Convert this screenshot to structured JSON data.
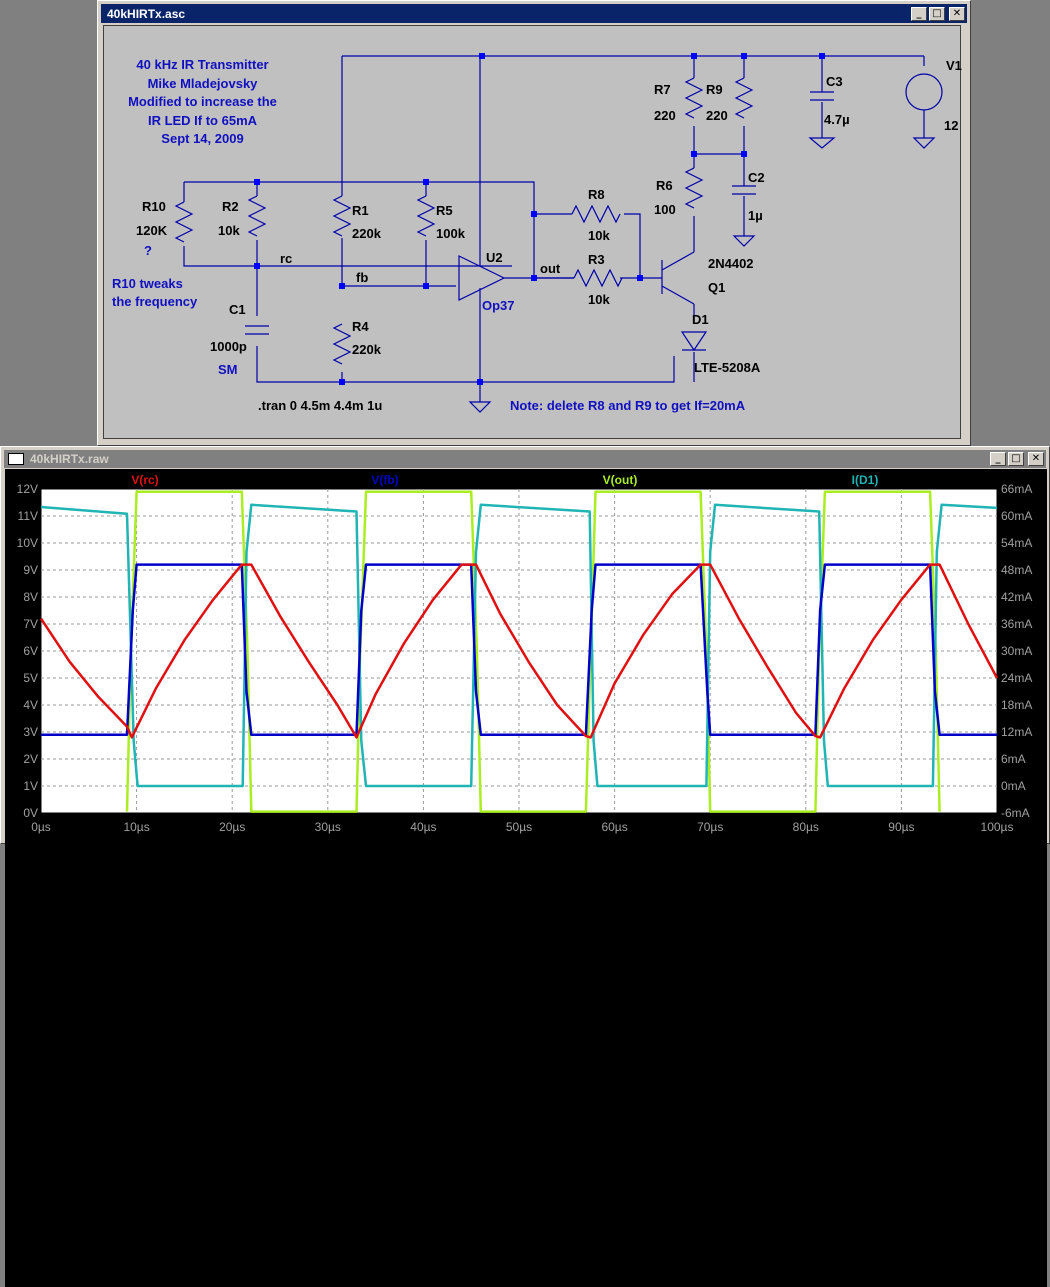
{
  "schematic_window": {
    "title": "40kHIRTx.asc",
    "buttons": {
      "minimize": "_",
      "maximize": "□",
      "close": "✕"
    },
    "notes": {
      "header": [
        "40 kHz IR Transmitter",
        "Mike Mladejovsky",
        "Modified to increase the",
        "IR LED If to 65mA",
        "Sept 14, 2009"
      ],
      "r10_note": [
        "R10 tweaks",
        "the frequency"
      ],
      "question": "?",
      "tran": ".tran 0 4.5m 4.4m 1u",
      "footer": "Note: delete R8 and R9 to get If=20mA"
    },
    "components": {
      "R10": {
        "name": "R10",
        "value": "120K"
      },
      "R2": {
        "name": "R2",
        "value": "10k"
      },
      "R1": {
        "name": "R1",
        "value": "220k"
      },
      "R5": {
        "name": "R5",
        "value": "100k"
      },
      "R4": {
        "name": "R4",
        "value": "220k"
      },
      "C1": {
        "name": "C1",
        "value": "1000p",
        "extra": "SM"
      },
      "U2": {
        "name": "U2",
        "value": "Op37"
      },
      "R8": {
        "name": "R8",
        "value": "10k"
      },
      "R3": {
        "name": "R3",
        "value": "10k"
      },
      "R7": {
        "name": "R7",
        "value": "220"
      },
      "R9": {
        "name": "R9",
        "value": "220"
      },
      "R6": {
        "name": "R6",
        "value": "100"
      },
      "C2": {
        "name": "C2",
        "value": "1µ"
      },
      "C3": {
        "name": "C3",
        "value": "4.7µ"
      },
      "V1": {
        "name": "V1",
        "value": "12"
      },
      "Q1": {
        "name": "Q1",
        "value": "2N4402"
      },
      "D1": {
        "name": "D1",
        "value": "LTE-5208A"
      }
    },
    "net_labels": {
      "rc": "rc",
      "fb": "fb",
      "out": "out"
    }
  },
  "waveform_window": {
    "title": "40kHIRTx.raw",
    "buttons": {
      "minimize": "_",
      "maximize": "□",
      "close": "✕"
    },
    "legend": [
      {
        "label": "V(rc)",
        "color": "#e01010"
      },
      {
        "label": "V(fb)",
        "color": "#0000c8"
      },
      {
        "label": "V(out)",
        "color": "#aaee22"
      },
      {
        "label": "I(D1)",
        "color": "#20b4b4"
      }
    ],
    "left_axis": [
      "12V",
      "11V",
      "10V",
      "9V",
      "8V",
      "7V",
      "6V",
      "5V",
      "4V",
      "3V",
      "2V",
      "1V",
      "0V"
    ],
    "right_axis": [
      "66mA",
      "60mA",
      "54mA",
      "48mA",
      "42mA",
      "36mA",
      "30mA",
      "24mA",
      "18mA",
      "12mA",
      "6mA",
      "0mA",
      "-6mA"
    ],
    "x_axis": [
      "0µs",
      "10µs",
      "20µs",
      "30µs",
      "40µs",
      "50µs",
      "60µs",
      "70µs",
      "80µs",
      "90µs",
      "100µs"
    ]
  },
  "chart_data": {
    "type": "line",
    "xlabel": "",
    "ylabel": "",
    "xlim": [
      0,
      100
    ],
    "ylim": [
      0,
      12
    ],
    "ylim_right": [
      -6,
      66
    ],
    "grid": true,
    "series": [
      {
        "name": "V(rc)",
        "axis": "left",
        "x": [
          0,
          3,
          6,
          9,
          9.5,
          12,
          15,
          18,
          21,
          22,
          25,
          28,
          31,
          33,
          35,
          38,
          41,
          44,
          45.5,
          48,
          51,
          54,
          57,
          57.5,
          60,
          63,
          66,
          69,
          70,
          73,
          76,
          79,
          81,
          81.5,
          84,
          87,
          90,
          93,
          94,
          97,
          100
        ],
        "y": [
          7.2,
          5.6,
          4.3,
          3.2,
          2.8,
          4.6,
          6.4,
          7.9,
          9.2,
          9.2,
          7.3,
          5.6,
          4.0,
          2.8,
          4.4,
          6.3,
          7.9,
          9.2,
          9.2,
          7.4,
          5.6,
          4.0,
          2.85,
          2.8,
          4.8,
          6.6,
          8.1,
          9.2,
          9.2,
          7.2,
          5.4,
          3.7,
          2.85,
          2.8,
          4.6,
          6.4,
          7.9,
          9.2,
          9.2,
          7.0,
          5.0
        ]
      },
      {
        "name": "V(fb)",
        "axis": "left",
        "x": [
          0,
          9,
          9.6,
          10,
          21,
          21.5,
          22,
          33,
          33.5,
          34,
          45,
          45.5,
          46,
          57,
          57.6,
          58,
          69,
          69.7,
          70,
          81,
          81.5,
          82,
          93,
          93.5,
          94,
          100
        ],
        "y": [
          2.9,
          2.9,
          7.5,
          9.2,
          9.2,
          4.5,
          2.9,
          2.9,
          7.5,
          9.2,
          9.2,
          4.5,
          2.9,
          2.9,
          7.5,
          9.2,
          9.2,
          4.5,
          2.9,
          2.9,
          7.5,
          9.2,
          9.2,
          4.5,
          2.9,
          2.9
        ]
      },
      {
        "name": "V(out)",
        "axis": "left",
        "x": [
          9,
          9.4,
          10,
          21,
          21.6,
          22,
          33,
          33.4,
          34,
          45,
          45.6,
          46,
          57,
          57.5,
          58,
          69,
          69.6,
          70,
          81,
          81.4,
          82,
          93,
          93.6,
          94
        ],
        "y": [
          0.05,
          6,
          11.9,
          11.9,
          6,
          0.05,
          0.05,
          6,
          11.9,
          11.9,
          6,
          0.05,
          0.05,
          6,
          11.9,
          11.9,
          6,
          0.05,
          0.05,
          6,
          11.9,
          11.9,
          6,
          0.05
        ]
      },
      {
        "name": "I(D1)",
        "axis": "right",
        "x": [
          0,
          9,
          9.7,
          10.1,
          21.1,
          21.5,
          22,
          33,
          33.5,
          34,
          45,
          45.5,
          46,
          57.4,
          57.8,
          58.2,
          69.6,
          70,
          70.5,
          81.4,
          81.9,
          82.3,
          93.3,
          93.7,
          94.2,
          100
        ],
        "y": [
          62,
          60.5,
          10,
          0,
          0,
          52,
          62.5,
          61,
          10,
          0,
          0,
          52,
          62.5,
          61,
          10,
          0,
          0,
          52,
          62.5,
          61,
          10,
          0,
          0,
          52,
          62.5,
          61.8
        ]
      }
    ]
  }
}
